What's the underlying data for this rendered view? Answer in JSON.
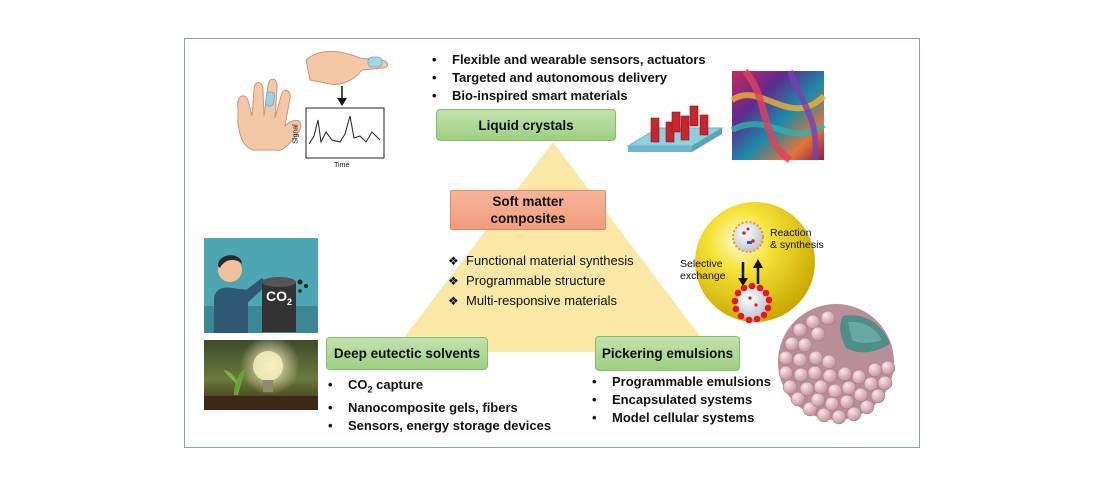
{
  "center_box": {
    "line1": "Soft matter",
    "line2": "composites"
  },
  "center_items": [
    "Functional material synthesis",
    "Programmable structure",
    "Multi-responsive materials"
  ],
  "liquid_crystals": {
    "label": "Liquid crystals",
    "items": [
      "Flexible and wearable sensors, actuators",
      "Targeted and autonomous delivery",
      "Bio-inspired smart materials"
    ]
  },
  "deep_eutectic": {
    "label": "Deep eutectic solvents",
    "items": [
      {
        "pre": "CO",
        "sub": "2",
        "post": " capture"
      },
      {
        "pre": "Nanocomposite gels, fibers",
        "sub": "",
        "post": ""
      },
      {
        "pre": "Sensors, energy storage devices",
        "sub": "",
        "post": ""
      }
    ]
  },
  "pickering": {
    "label": "Pickering emulsions",
    "items": [
      "Programmable emulsions",
      "Encapsulated systems",
      "Model cellular systems"
    ]
  },
  "sensor_plot": {
    "ylabel": "Signal",
    "xlabel": "Time"
  },
  "co2_label": {
    "main": "CO",
    "sub": "2"
  },
  "droplet": {
    "reaction": [
      "Reaction",
      "& synthesis"
    ],
    "exchange": [
      "Selective",
      "exchange"
    ]
  },
  "colors": {
    "triangle": "#fbe7a6",
    "green_box": "#a9d58f",
    "salmon_box": "#f4a688",
    "frame": "#93a1b5",
    "sphere": "#f2d50a",
    "bead": "#d9a9b3"
  }
}
